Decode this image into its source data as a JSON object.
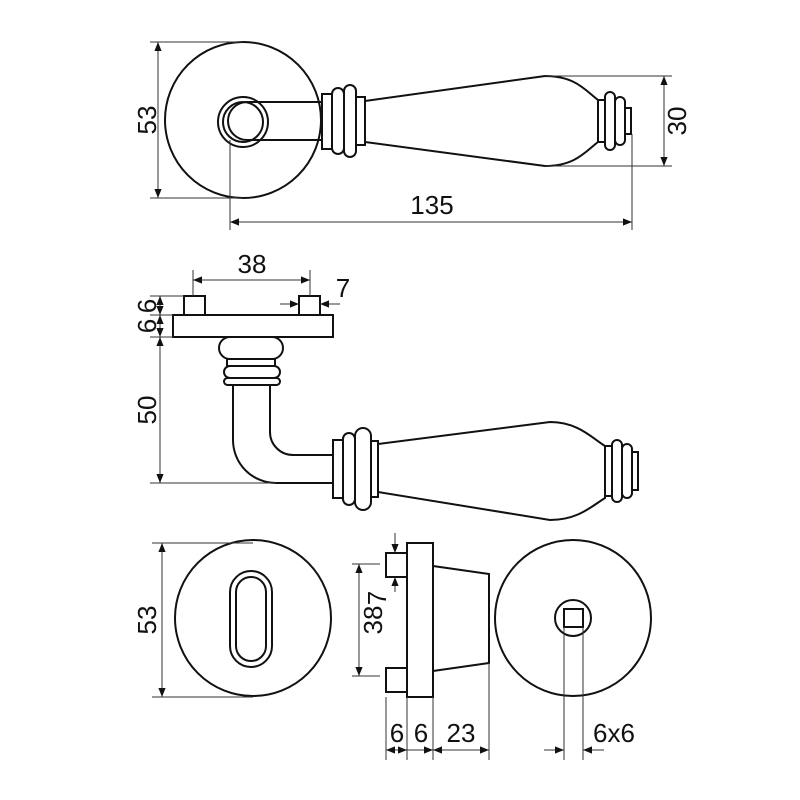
{
  "drawing": {
    "top_view": {
      "rosette_diameter": "53",
      "lever_length": "135",
      "lever_height": "30"
    },
    "side_view": {
      "pin_spacing": "38",
      "pin_width": "7",
      "pin_height": "6",
      "plate_thickness": "6",
      "handle_height": "50"
    },
    "escutcheon_front": {
      "diameter": "53"
    },
    "escutcheon_side": {
      "pin_spacing": "38",
      "pin_width": "7",
      "pin_depth": "6",
      "plate_depth": "6",
      "body_depth": "23"
    },
    "escutcheon_back": {
      "square_spindle": "6x6"
    }
  },
  "colors": {
    "line": "#111111"
  }
}
